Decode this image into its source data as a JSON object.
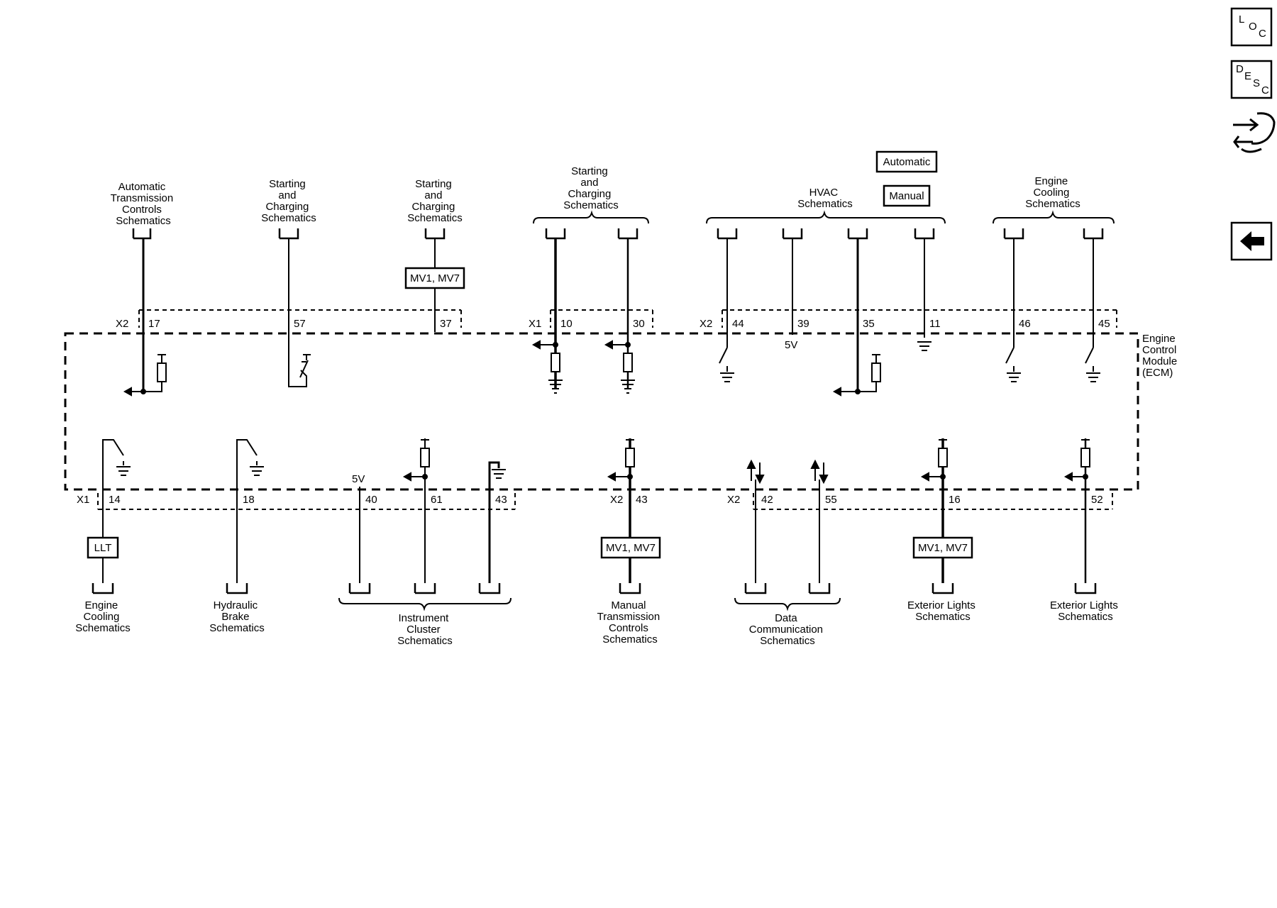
{
  "module": {
    "label_lines": [
      "Engine",
      "Control",
      "Module",
      "(ECM)"
    ]
  },
  "toolbar": [
    {
      "name": "loc-button",
      "letters": [
        "L",
        "O",
        "C"
      ]
    },
    {
      "name": "desc-button",
      "letters": [
        "D",
        "E",
        "S",
        "C"
      ]
    }
  ],
  "top_labels": [
    {
      "lines": [
        "Automatic",
        "Transmission",
        "Controls",
        "Schematics"
      ]
    },
    {
      "lines": [
        "Starting",
        "and",
        "Charging",
        "Schematics"
      ]
    },
    {
      "lines": [
        "Starting",
        "and",
        "Charging",
        "Schematics"
      ]
    },
    {
      "lines": [
        "Starting",
        "and",
        "Charging",
        "Schematics"
      ]
    },
    {
      "lines": [
        "HVAC",
        "Schematics"
      ]
    },
    {
      "lines": [
        "Engine",
        "Cooling",
        "Schematics"
      ]
    }
  ],
  "bottom_labels": [
    {
      "lines": [
        "Engine",
        "Cooling",
        "Schematics"
      ]
    },
    {
      "lines": [
        "Hydraulic",
        "Brake",
        "Schematics"
      ]
    },
    {
      "lines": [
        "Instrument",
        "Cluster",
        "Schematics"
      ]
    },
    {
      "lines": [
        "Manual",
        "Transmission",
        "Controls",
        "Schematics"
      ]
    },
    {
      "lines": [
        "Data",
        "Communication",
        "Schematics"
      ]
    },
    {
      "lines": [
        "Exterior Lights",
        "Schematics"
      ]
    },
    {
      "lines": [
        "Exterior Lights",
        "Schematics"
      ]
    }
  ],
  "option_boxes": {
    "automatic": "Automatic",
    "manual": "Manual",
    "mv1_mv7": "MV1, MV7",
    "llt": "LLT"
  },
  "connectors": {
    "x1": "X1",
    "x2": "X2"
  },
  "voltages": {
    "five_v": "5V"
  },
  "top_pins": [
    "17",
    "57",
    "37",
    "10",
    "30",
    "44",
    "39",
    "35",
    "11",
    "46",
    "45"
  ],
  "bottom_pins": [
    "14",
    "18",
    "40",
    "61",
    "43",
    "43",
    "42",
    "55",
    "16",
    "52"
  ]
}
